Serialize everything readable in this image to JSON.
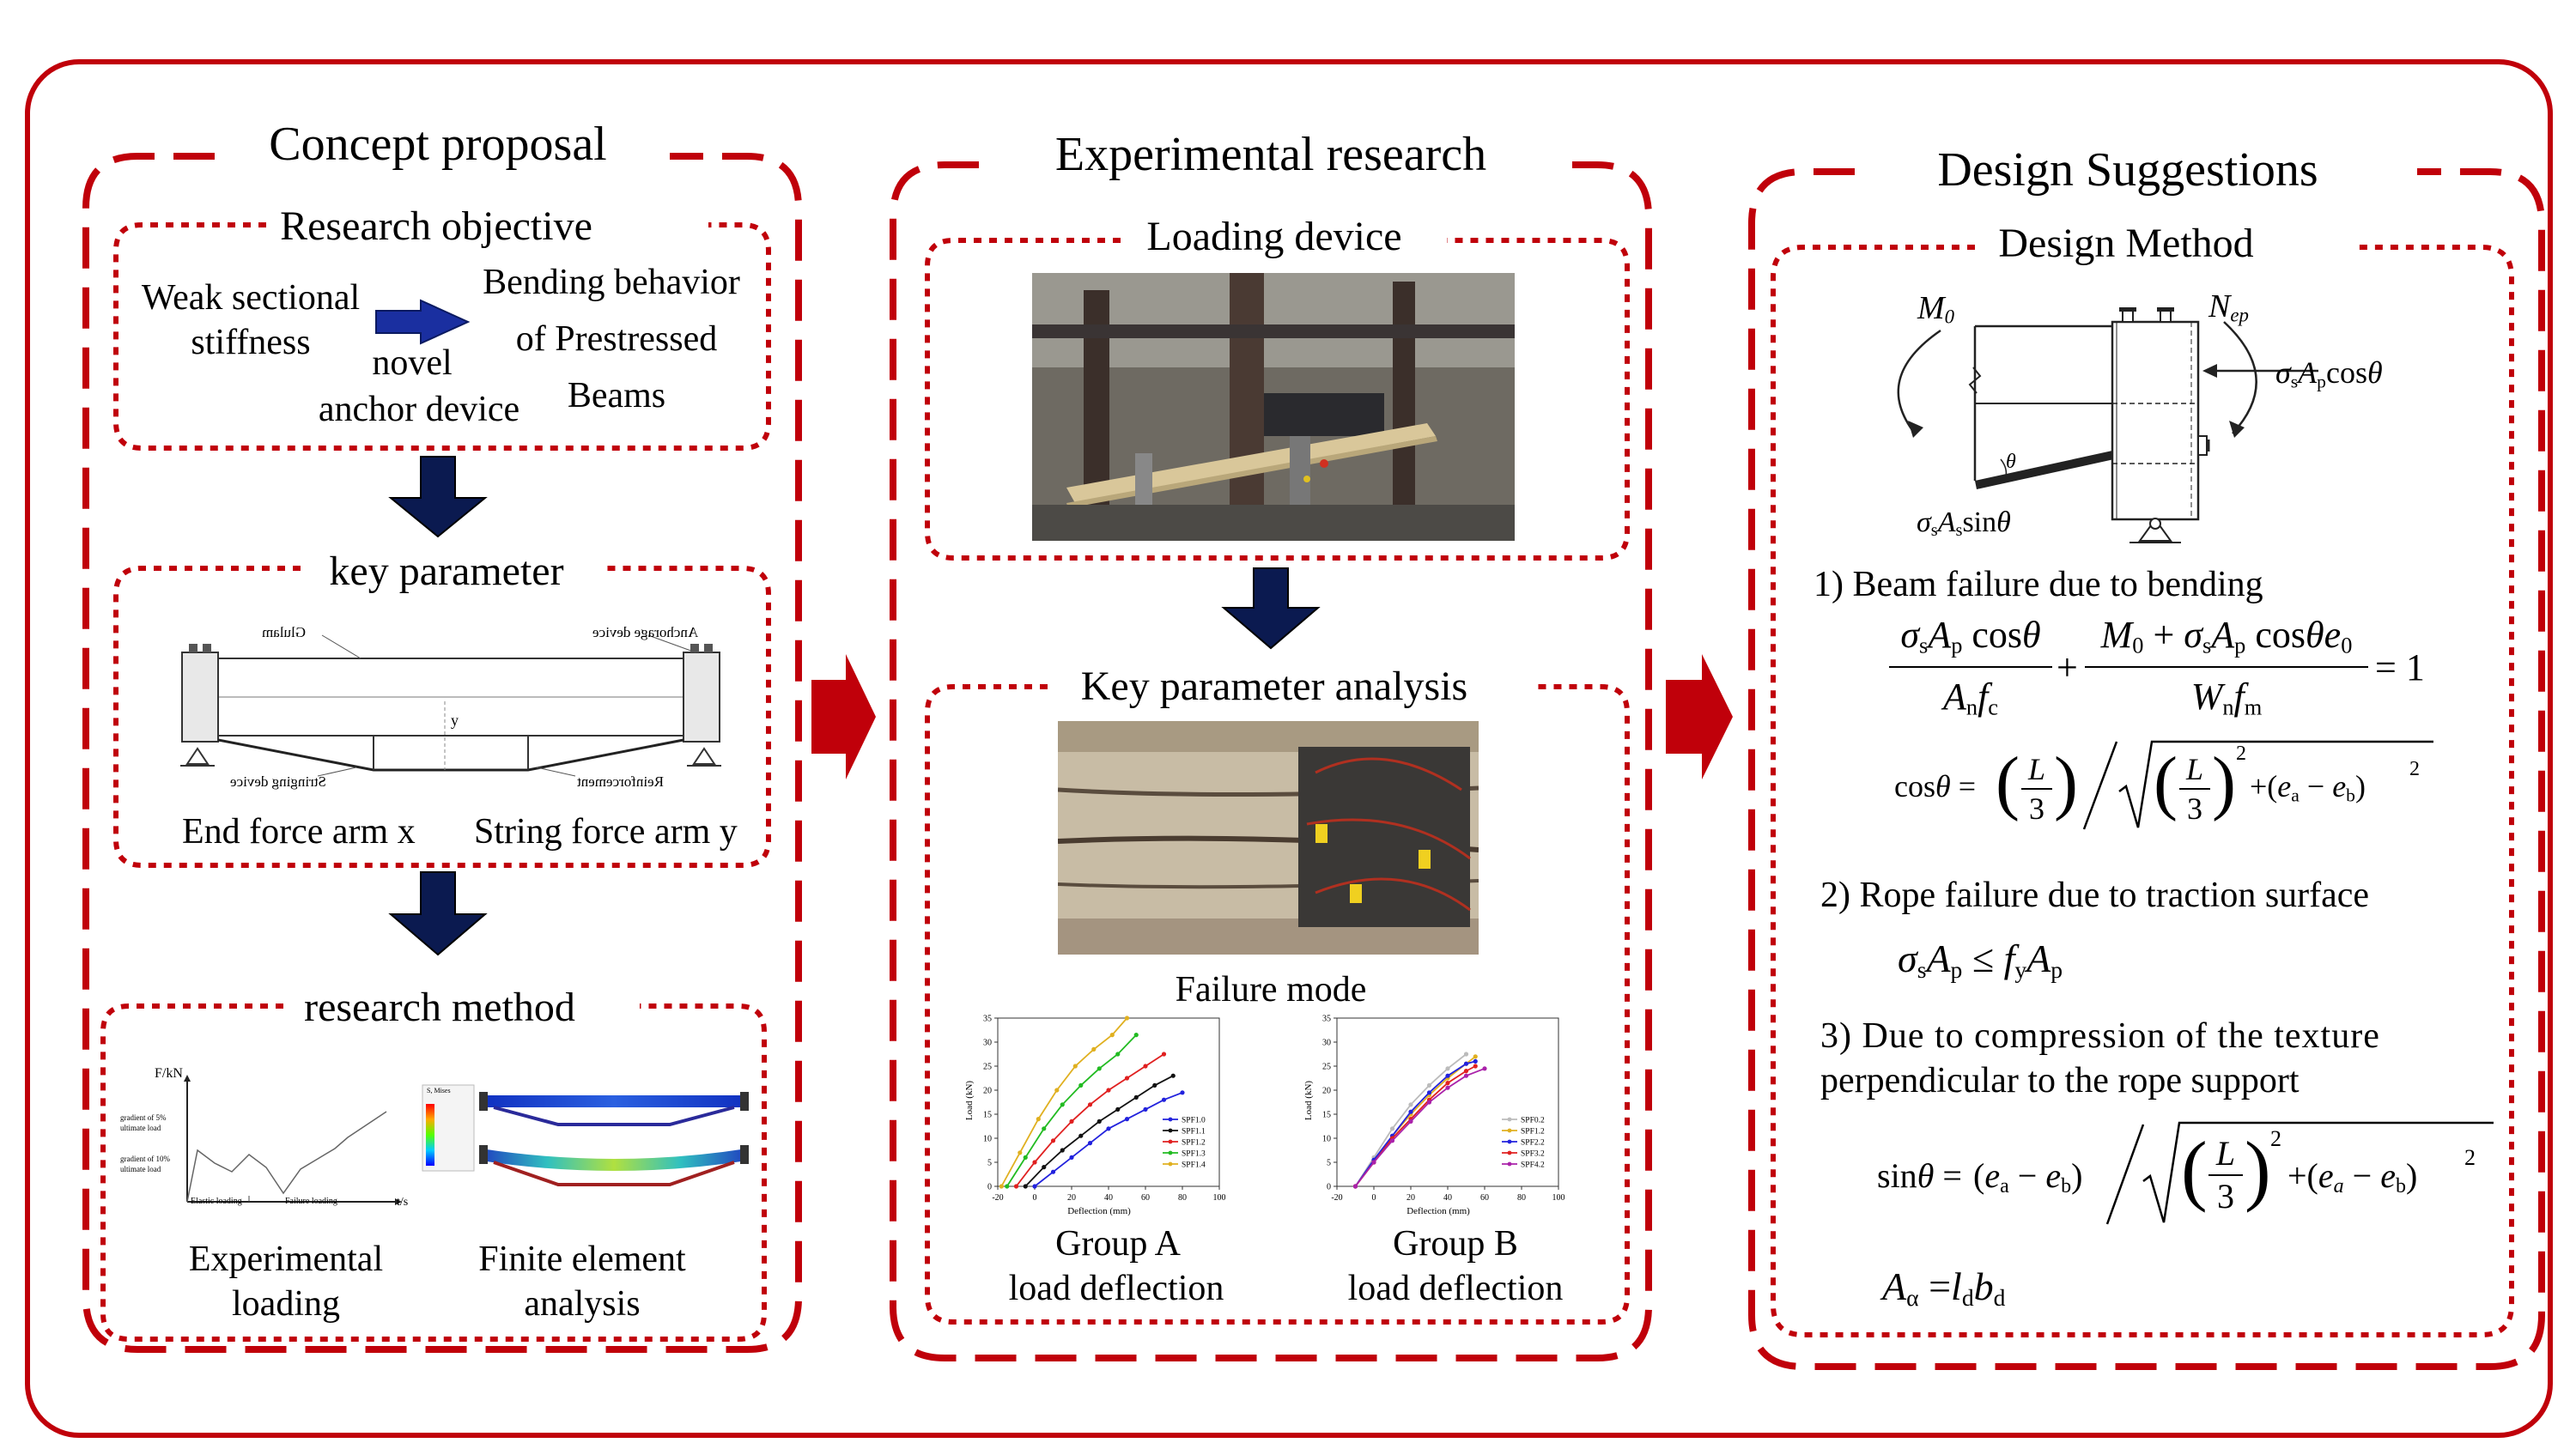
{
  "panels": {
    "concept": {
      "title": "Concept proposal",
      "objective_title": "Research objective",
      "weak_line1": "Weak sectional",
      "weak_line2": "stiffness",
      "novel_line1": "novel",
      "novel_line2": "anchor device",
      "bending_line1": "Bending behavior",
      "bending_line2": "of Prestressed",
      "bending_line3": "Beams",
      "key_title": "key parameter",
      "beam_labels": {
        "glulam": "Glulam",
        "anchorage": "Anchorage device",
        "stringing": "Stringing device",
        "reinforcement": "Reinforcement",
        "y": "y"
      },
      "end_force": "End force arm x",
      "string_force": "String force arm y",
      "method_title": "research method",
      "load_plot": {
        "ylabel": "F/kN",
        "xlabel": "t/s",
        "g5_line1": "gradient of 5%",
        "g5_line2": "ultimate load",
        "g10_line1": "gradient of 10%",
        "g10_line2": "ultimate load",
        "elastic": "Elastic loading",
        "failure": "Failure loading"
      },
      "fea_legend_title": "S, Mises",
      "exp_line1": "Experimental",
      "exp_line2": "loading",
      "fea_line1": "Finite element",
      "fea_line2": "analysis"
    },
    "experimental": {
      "title": "Experimental research",
      "loading_title": "Loading device",
      "analysis_title": "Key parameter analysis",
      "failure_mode": "Failure mode",
      "group_a_line1": "Group A",
      "group_a_line2": "load deflection",
      "group_b_line1": "Group B",
      "group_b_line2": "load deflection"
    },
    "design": {
      "title": "Design Suggestions",
      "method_title": "Design Method",
      "item1": "1) Beam failure due to bending",
      "item2": "2) Rope failure due to traction surface",
      "item3_line1": "3) Due to compression of the texture",
      "item3_line2": "perpendicular to the rope support"
    }
  },
  "chart_data": [
    {
      "type": "line",
      "xlabel": "Deflection (mm)",
      "ylabel": "Load (kN)",
      "xlim": [
        -20,
        100
      ],
      "ylim": [
        0,
        35
      ],
      "xticks": [
        -20,
        0,
        20,
        40,
        60,
        80,
        100
      ],
      "yticks": [
        0,
        5,
        10,
        15,
        20,
        25,
        30,
        35
      ],
      "legend_position": "right",
      "series": [
        {
          "name": "SPF1.0",
          "color": "#2222dd",
          "x": [
            0,
            10,
            20,
            30,
            40,
            50,
            60,
            70,
            80
          ],
          "y": [
            0,
            3,
            6,
            9,
            12,
            14,
            16,
            18,
            19.5
          ]
        },
        {
          "name": "SPF1.1",
          "color": "#111111",
          "x": [
            -5,
            5,
            15,
            25,
            35,
            45,
            55,
            65,
            75
          ],
          "y": [
            0,
            4,
            7.5,
            10.5,
            13.5,
            16,
            18.5,
            21,
            23
          ]
        },
        {
          "name": "SPF1.2",
          "color": "#e02020",
          "x": [
            -10,
            0,
            10,
            20,
            30,
            40,
            50,
            60,
            70
          ],
          "y": [
            0,
            5,
            9.5,
            13.5,
            17,
            20,
            22.5,
            25,
            27.5
          ]
        },
        {
          "name": "SPF1.3",
          "color": "#22bb22",
          "x": [
            -15,
            -5,
            5,
            15,
            25,
            35,
            45,
            55
          ],
          "y": [
            0,
            6,
            12,
            17,
            21,
            24.5,
            27.5,
            31.5
          ]
        },
        {
          "name": "SPF1.4",
          "color": "#e0b020",
          "x": [
            -18,
            -8,
            2,
            12,
            22,
            32,
            42,
            50
          ],
          "y": [
            0,
            7,
            14,
            20,
            25,
            28.5,
            31.5,
            35
          ]
        }
      ]
    },
    {
      "type": "line",
      "xlabel": "Deflection (mm)",
      "ylabel": "Load (kN)",
      "xlim": [
        -20,
        100
      ],
      "ylim": [
        0,
        35
      ],
      "xticks": [
        -20,
        0,
        20,
        40,
        60,
        80,
        100
      ],
      "yticks": [
        0,
        5,
        10,
        15,
        20,
        25,
        30,
        35
      ],
      "legend_position": "right",
      "series": [
        {
          "name": "SPF0.2",
          "color": "#bbbbbb",
          "x": [
            -10,
            0,
            10,
            20,
            30,
            40,
            50
          ],
          "y": [
            0,
            6,
            12,
            17,
            21,
            24.5,
            27.5
          ]
        },
        {
          "name": "SPF1.2",
          "color": "#e0b020",
          "x": [
            -10,
            0,
            10,
            20,
            30,
            40,
            50,
            55
          ],
          "y": [
            0,
            5,
            10.5,
            15,
            19,
            22.5,
            25.5,
            27
          ]
        },
        {
          "name": "SPF2.2",
          "color": "#2222dd",
          "x": [
            -10,
            0,
            10,
            20,
            30,
            40,
            50,
            55
          ],
          "y": [
            0,
            5.5,
            10.5,
            15.5,
            19.5,
            23,
            25.5,
            26
          ]
        },
        {
          "name": "SPF3.2",
          "color": "#e02020",
          "x": [
            -10,
            0,
            10,
            20,
            30,
            40,
            50,
            55
          ],
          "y": [
            0,
            5,
            10,
            14,
            18,
            21.5,
            24,
            25
          ]
        },
        {
          "name": "SPF4.2",
          "color": "#aa22aa",
          "x": [
            -10,
            0,
            10,
            20,
            30,
            40,
            50,
            60
          ],
          "y": [
            0,
            5,
            9.5,
            13.5,
            17.5,
            20.5,
            23,
            24.5
          ]
        }
      ]
    }
  ]
}
